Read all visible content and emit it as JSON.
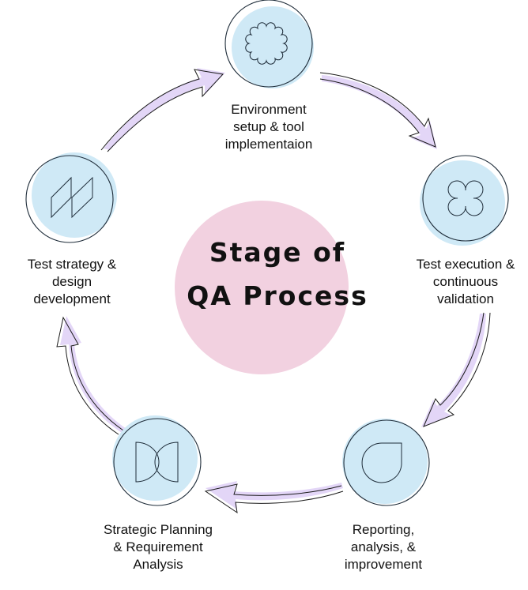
{
  "title": {
    "lines": [
      "Stage of",
      "QA Process"
    ]
  },
  "colors": {
    "node_fill": "#cfe9f6",
    "node_outline": "#1f2d3a",
    "center_fill": "#f2d1e0",
    "arrow_fill": "#e3d6f7",
    "arrow_outline": "#1a1a1a",
    "text": "#111111"
  },
  "stages": [
    {
      "id": "environment",
      "icon": "scalloped-flower-icon",
      "lines": [
        "Environment",
        "setup & tool",
        "implementaion"
      ]
    },
    {
      "id": "execution",
      "icon": "four-circles-clover-icon",
      "lines": [
        "Test execution &",
        "continuous",
        "validation"
      ]
    },
    {
      "id": "reporting",
      "icon": "teardrop-icon",
      "lines": [
        "Reporting,",
        "analysis, &",
        "improvement"
      ]
    },
    {
      "id": "planning",
      "icon": "facing-half-circles-icon",
      "lines": [
        "Strategic Planning",
        "& Requirement",
        "Analysis"
      ]
    },
    {
      "id": "strategy",
      "icon": "twin-parallelograms-icon",
      "lines": [
        "Test strategy &",
        "design",
        "development"
      ]
    }
  ],
  "arrows": [
    {
      "from": "strategy",
      "to": "environment"
    },
    {
      "from": "environment",
      "to": "execution"
    },
    {
      "from": "execution",
      "to": "reporting"
    },
    {
      "from": "reporting",
      "to": "planning"
    },
    {
      "from": "planning",
      "to": "strategy"
    }
  ]
}
